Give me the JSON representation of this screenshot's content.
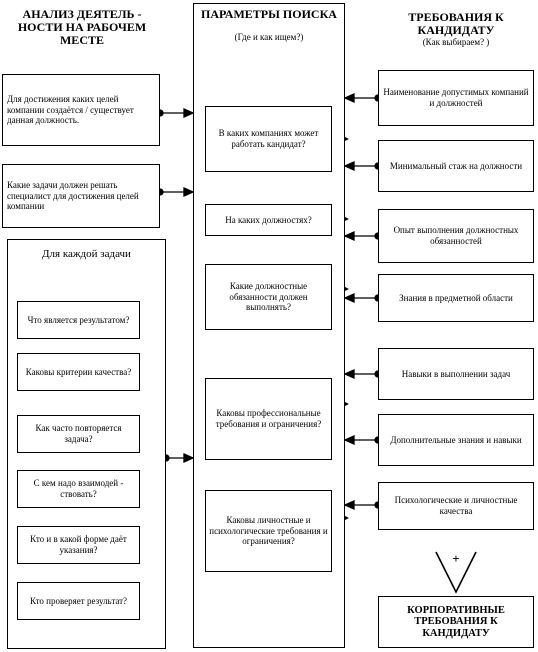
{
  "left": {
    "title": "АНАЛИЗ ДЕЯТЕЛЬ - НОСТИ НА РАБОЧЕМ МЕСТЕ",
    "goal_box": "Для достижения каких целей компании создаётся / существует данная должность.",
    "tasks_box": "Какие задачи должен решать специалист для достижения целей компании",
    "each_task": {
      "title": "Для каждой задачи",
      "items": [
        "Что является результатом?",
        "Каковы критерии качества?",
        "Как часто повторяется задача?",
        "С кем надо взаимодей - ствовать?",
        "Кто и в какой форме даёт указания?",
        "Кто проверяет результат?"
      ]
    }
  },
  "center": {
    "title": "ПАРАМЕТРЫ ПОИСКА",
    "subtitle": "(Где и как ищем?)",
    "items": [
      "В каких компаниях может работать кандидат?",
      "На каких должностях?",
      "Какие должностные обязанности должен выполнять?",
      "Каковы профессиональные требования и ограничения?",
      "Каковы личностные и психологические требования и ограничения?"
    ]
  },
  "right": {
    "title": "ТРЕБОВАНИЯ К КАНДИДАТУ",
    "subtitle": "(Как выбираем? )",
    "items": [
      "Наименование допустимых компаний и должностей",
      "Минимальный стаж на должности",
      "Опыт выполнения должностных обязанностей",
      "Знания в предметной области",
      "Навыки в выполнении задач",
      "Дополнительные знания и навыки",
      "Психологические и личностные качества"
    ],
    "plus_sign": "+",
    "corporate": "КОРПОРАТИВНЫЕ ТРЕБОВАНИЯ К КАНДИДАТУ"
  }
}
